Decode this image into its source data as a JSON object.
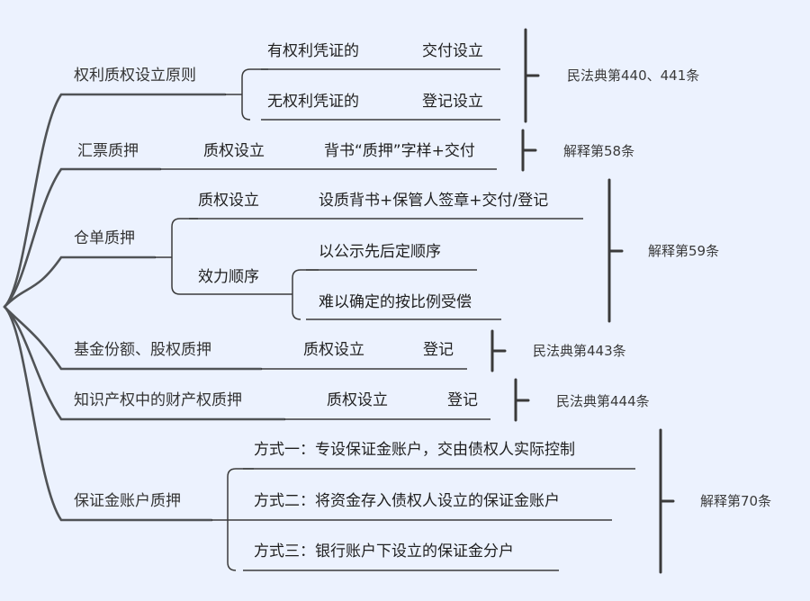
{
  "title": "权利质权",
  "colors": {
    "background": "#ecf2fe",
    "line": "#505356",
    "text": "#262626"
  },
  "branches": [
    {
      "label": "权利质权设立原则",
      "children": [
        {
          "label": "有权利凭证的",
          "value": "交付设立"
        },
        {
          "label": "无权利凭证的",
          "value": "登记设立"
        }
      ],
      "reference": "民法典第440、441条"
    },
    {
      "label": "汇票质押",
      "children": [
        {
          "label": "质权设立",
          "value": "背书“质押”字样+交付"
        }
      ],
      "reference": "解释第58条"
    },
    {
      "label": "仓单质押",
      "children": [
        {
          "label": "质权设立",
          "value": "设质背书+保管人签章+交付/登记"
        },
        {
          "label": "效力顺序",
          "values": [
            "以公示先后定顺序",
            "难以确定的按比例受偿"
          ]
        }
      ],
      "reference": "解释第59条"
    },
    {
      "label": "基金份额、股权质押",
      "children": [
        {
          "label": "质权设立",
          "value": "登记"
        }
      ],
      "reference": "民法典第443条"
    },
    {
      "label": "知识产权中的财产权质押",
      "children": [
        {
          "label": "质权设立",
          "value": "登记"
        }
      ],
      "reference": "民法典第444条"
    },
    {
      "label": "保证金账户质押",
      "children": [
        {
          "label": "方式一：专设保证金账户，交由债权人实际控制"
        },
        {
          "label": "方式二：将资金存入债权人设立的保证金账户"
        },
        {
          "label": "方式三：银行账户下设立的保证金分户"
        }
      ],
      "reference": "解释第70条"
    }
  ]
}
